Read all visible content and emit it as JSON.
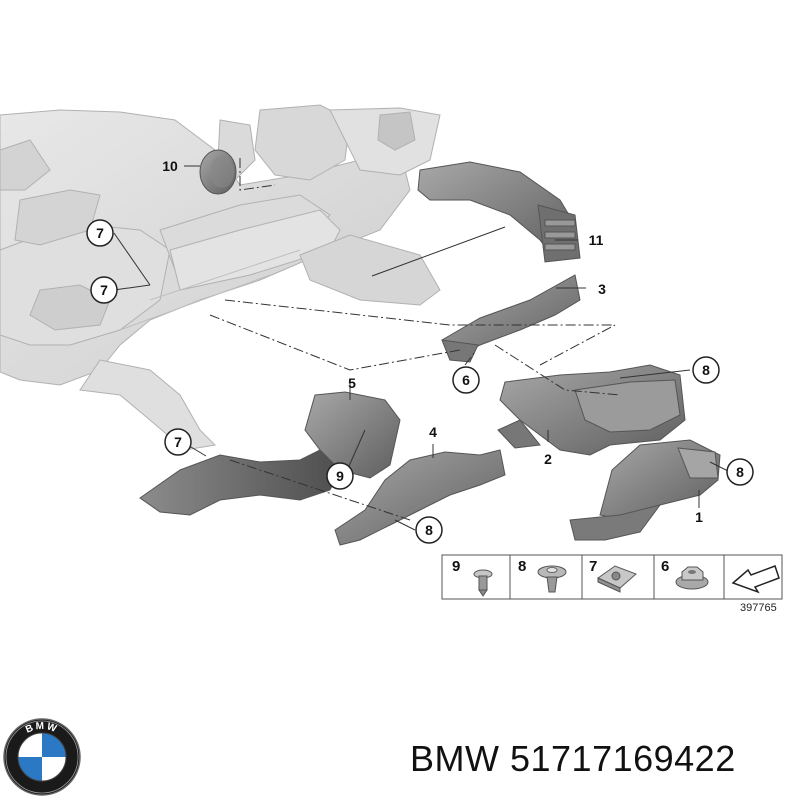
{
  "callouts": {
    "c1": "1",
    "c2": "2",
    "c3": "3",
    "c4": "4",
    "c5": "5",
    "c6": "6",
    "c7a": "7",
    "c7b": "7",
    "c7c": "7",
    "c8a": "8",
    "c8b": "8",
    "c8c": "8",
    "c9": "9",
    "c10": "10",
    "c11": "11"
  },
  "legend": {
    "items": [
      {
        "number": "9",
        "icon": "clip-rivet-icon"
      },
      {
        "number": "8",
        "icon": "expanding-rivet-icon"
      },
      {
        "number": "7",
        "icon": "clip-nut-icon"
      },
      {
        "number": "6",
        "icon": "hex-collar-nut-icon"
      }
    ],
    "arrow_icon": "arrow-pointer-icon"
  },
  "ref_number": "397765",
  "brand": {
    "logo_text": "BMW",
    "caption": "BMW 51717169422"
  }
}
